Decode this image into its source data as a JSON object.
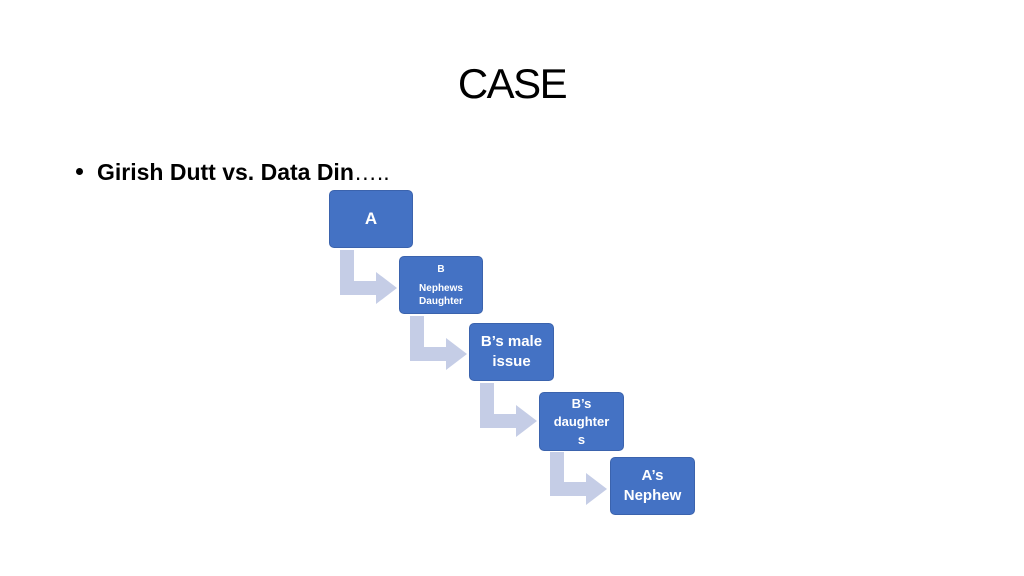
{
  "slide": {
    "title": "CASE",
    "bullet": {
      "text": "Girish Dutt vs. Data Din",
      "suffix": "….."
    }
  },
  "diagram": {
    "colors": {
      "box_fill": "#4472c4",
      "box_text": "#ffffff",
      "arrow_fill": "#c5cde6"
    },
    "steps": [
      {
        "lines": [
          "A"
        ]
      },
      {
        "lines": [
          "B",
          "Nephews",
          "Daughter"
        ]
      },
      {
        "lines": [
          "B’s male",
          "issue"
        ]
      },
      {
        "lines": [
          "B’s",
          "daughter",
          "s"
        ]
      },
      {
        "lines": [
          "A’s",
          "Nephew"
        ]
      }
    ]
  }
}
